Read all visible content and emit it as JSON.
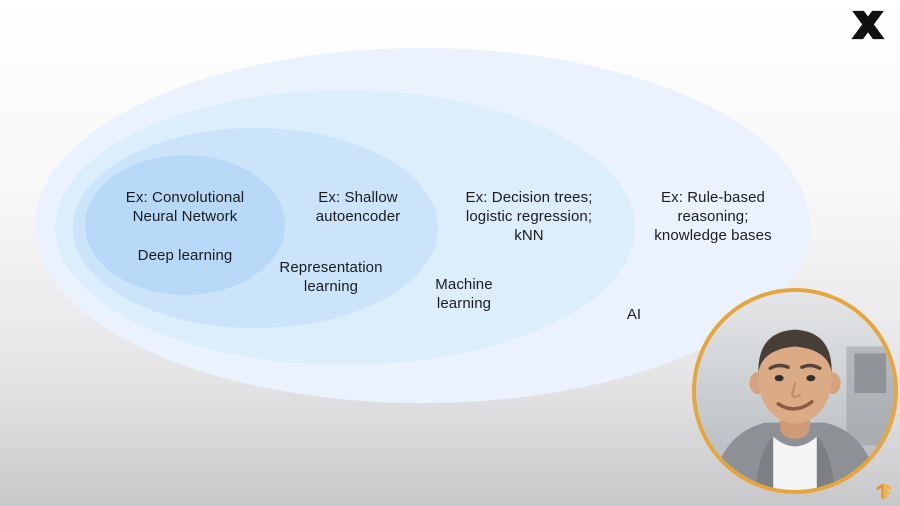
{
  "diagram": {
    "sets": [
      {
        "id": "deep-learning",
        "label": "Deep learning",
        "example": "Ex: Convolutional\nNeural Network",
        "fill": "#b7d9f7"
      },
      {
        "id": "representation-learning",
        "label": "Representation\nlearning",
        "example": "Ex: Shallow\nautoencoder",
        "fill": "#cbe4fa"
      },
      {
        "id": "machine-learning",
        "label": "Machine\nlearning",
        "example": "Ex: Decision trees;\nlogistic regression;\nkNN",
        "fill": "#dcedfc"
      },
      {
        "id": "ai",
        "label": "AI",
        "example": "Ex: Rule-based\nreasoning;\nknowledge bases",
        "fill": "#eaf3fd"
      }
    ]
  },
  "overlays": {
    "webcam_border_color": "#e6a63c",
    "logo_color": "#111111",
    "watermark_color": "#f0a03c"
  }
}
